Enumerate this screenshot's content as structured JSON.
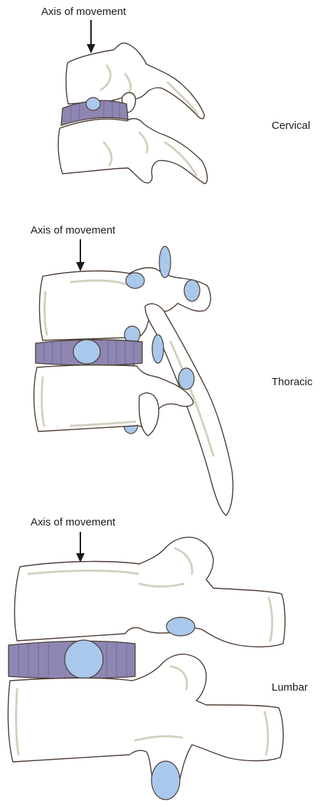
{
  "sections": [
    {
      "region": "Cervical",
      "axis_label": "Axis of movement"
    },
    {
      "region": "Thoracic",
      "axis_label": "Axis of movement"
    },
    {
      "region": "Lumbar",
      "axis_label": "Axis of movement"
    }
  ],
  "colors": {
    "disc": "#8e86b2",
    "nucleus": "#a9c8ec",
    "bone_outline": "#4a3a30",
    "bone_shading": "#d4d0bf"
  }
}
